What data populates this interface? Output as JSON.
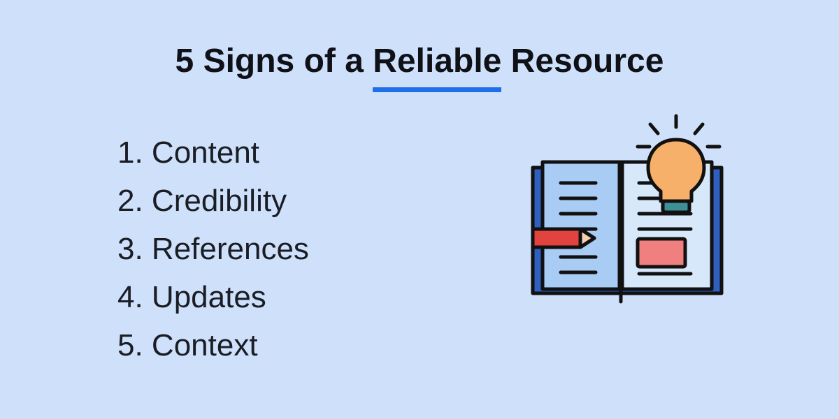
{
  "colors": {
    "background": "#cfe0fb",
    "accent_underline": "#1f6fe8",
    "book_cover": "#2f5fbf",
    "page_left": "#a8ccf4",
    "page_right": "#d8e8fb",
    "bulb": "#f7b06a",
    "bulb_base": "#3f8f96",
    "pencil": "#e2433f",
    "box": "#f07f7f"
  },
  "header": {
    "title_prefix": "5 Signs of a ",
    "title_highlight": "Reliable",
    "title_suffix": " Resource"
  },
  "signs": [
    "1. Content",
    "2. Credibility",
    "3. References",
    "4. Updates",
    "5. Context"
  ],
  "illustration": {
    "icon": "open-book-lightbulb-icon"
  }
}
